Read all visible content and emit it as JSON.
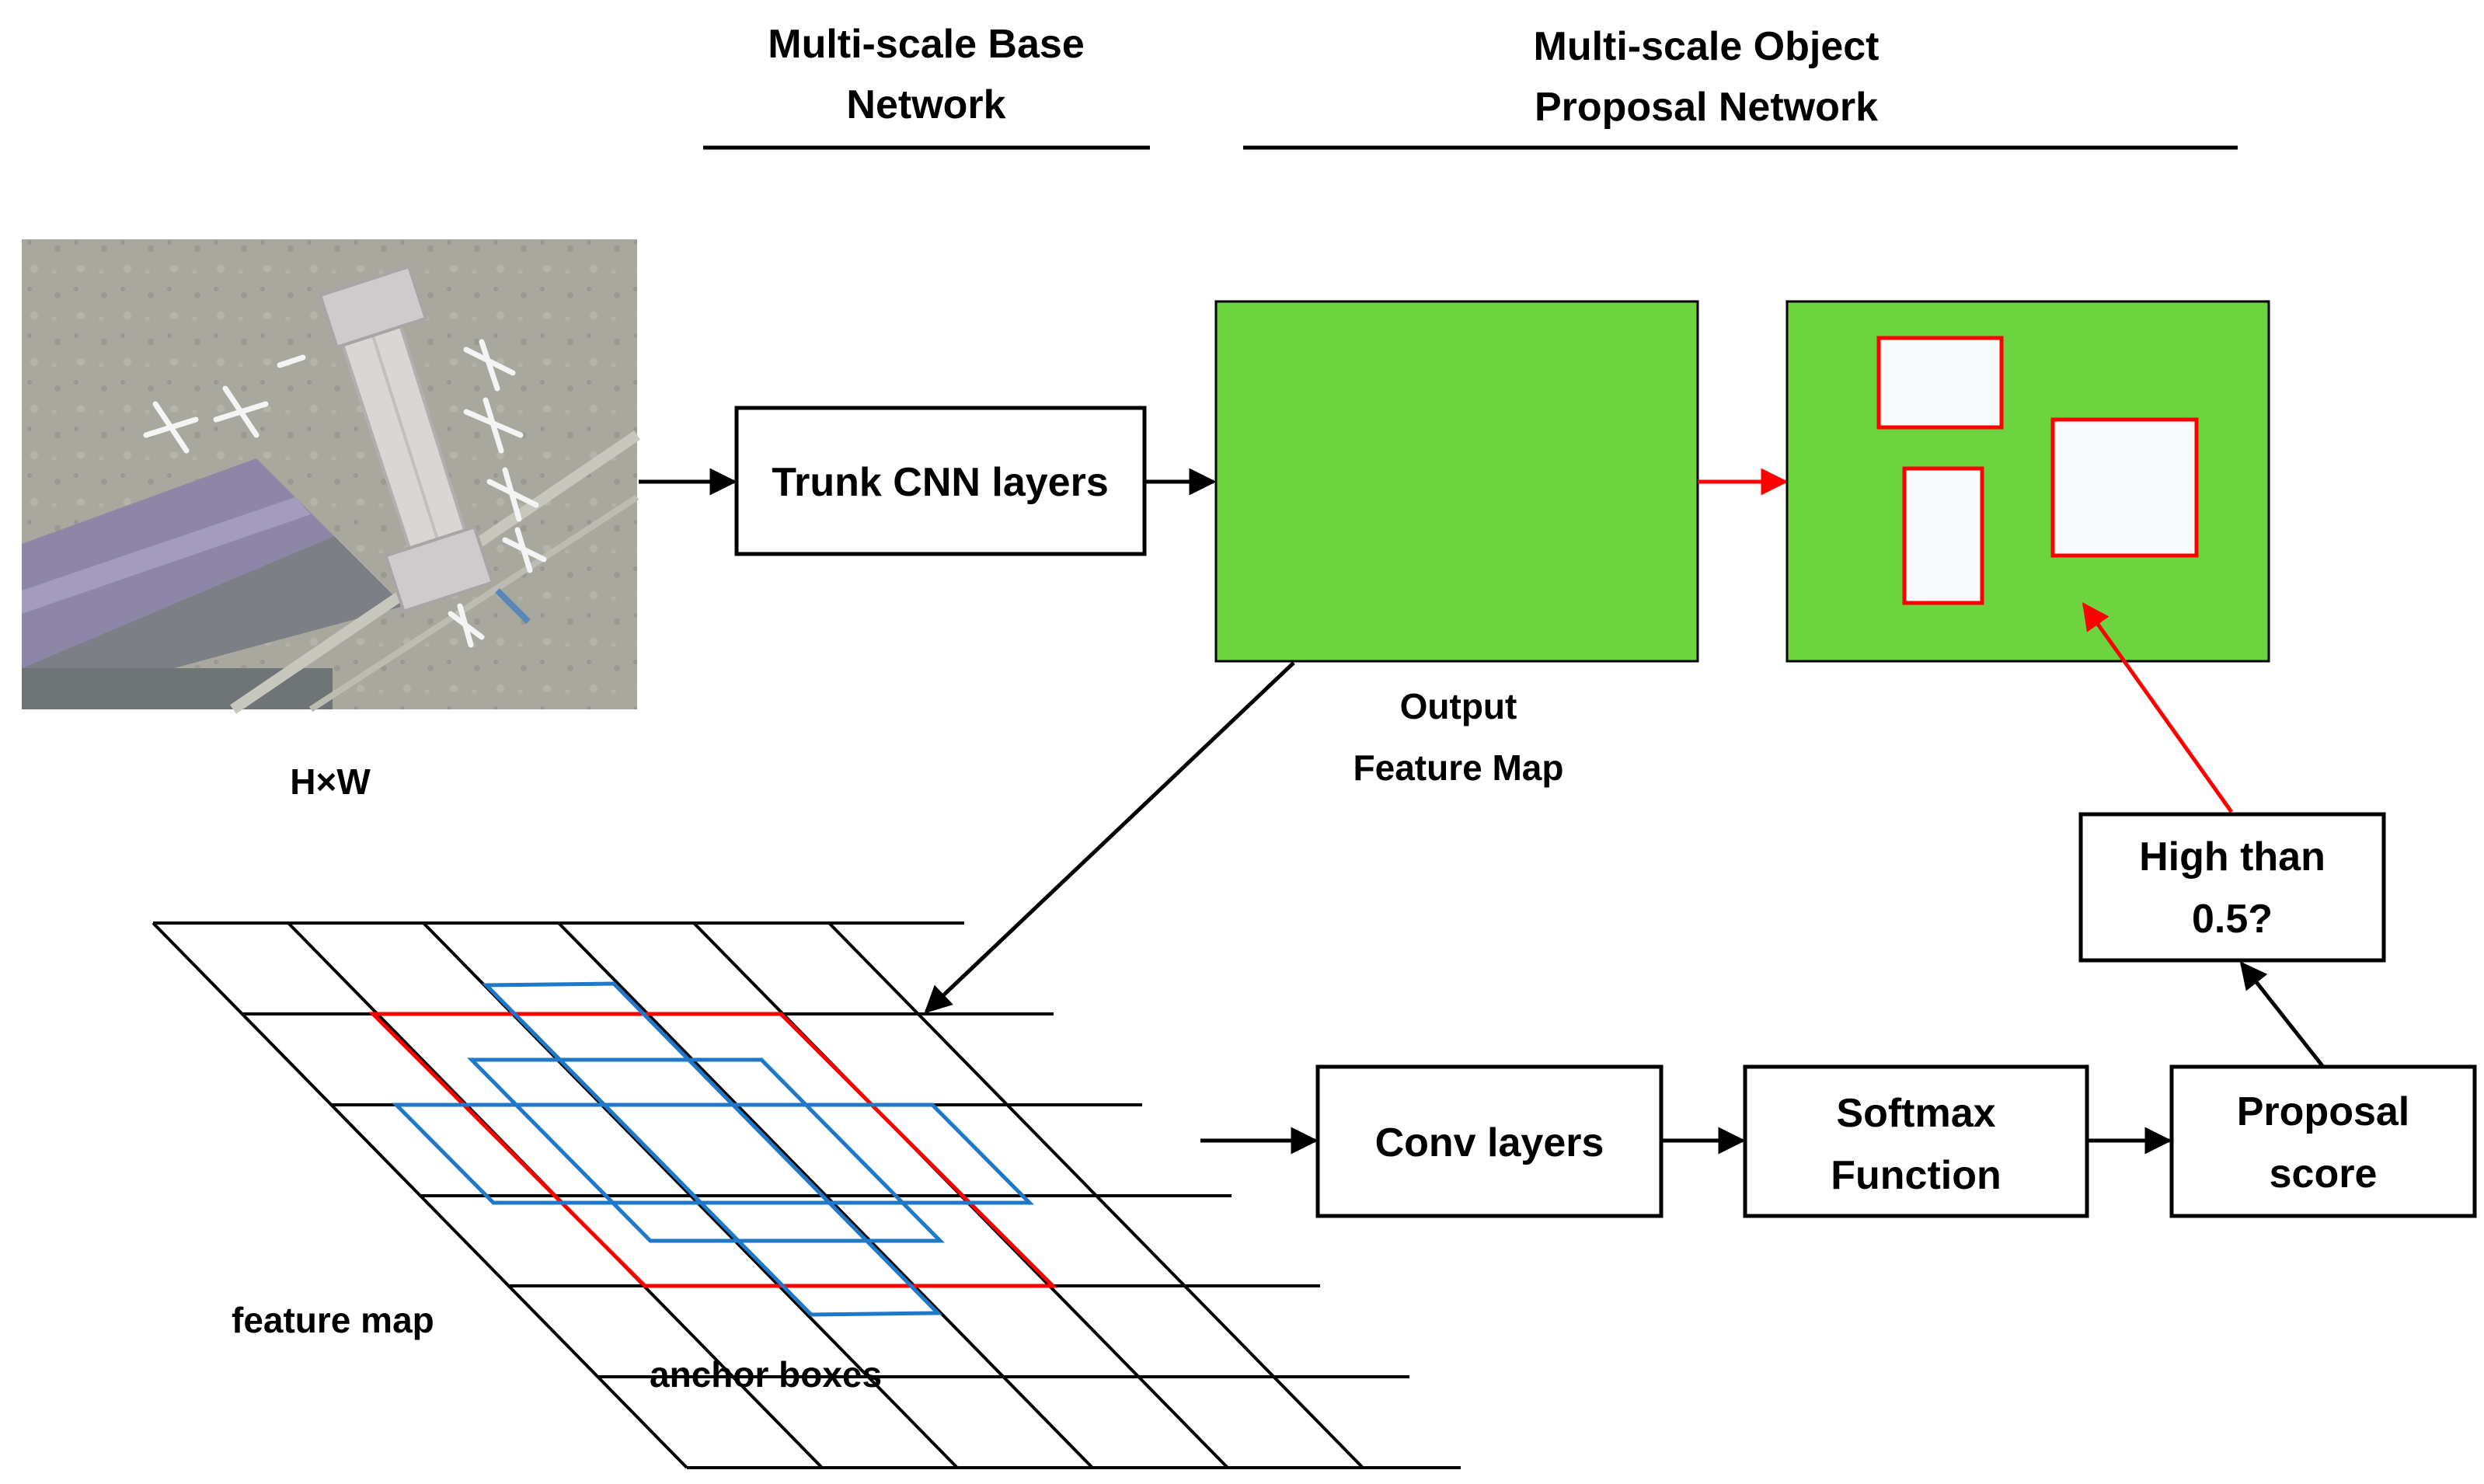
{
  "headers": {
    "base_network": [
      "Multi-scale Base",
      "Network"
    ],
    "proposal_network": [
      "Multi-scale Object",
      "Proposal Network"
    ]
  },
  "input": {
    "size_label": "H×W"
  },
  "boxes": {
    "trunk_cnn": "Trunk CNN layers",
    "conv_layers": "Conv layers",
    "softmax": [
      "Softmax",
      "Function"
    ],
    "proposal_score": [
      "Proposal",
      "score"
    ],
    "threshold": [
      "High than",
      "0.5?"
    ]
  },
  "labels": {
    "output_feature_map": [
      "Output",
      "Feature Map"
    ],
    "feature_map": "feature map",
    "anchor_boxes": "anchor boxes"
  },
  "colors": {
    "feature_map_fill": "#6dd440",
    "proposal_red": "#ff0000",
    "anchor_blue": "#1f78c8",
    "line_black": "#000000"
  }
}
